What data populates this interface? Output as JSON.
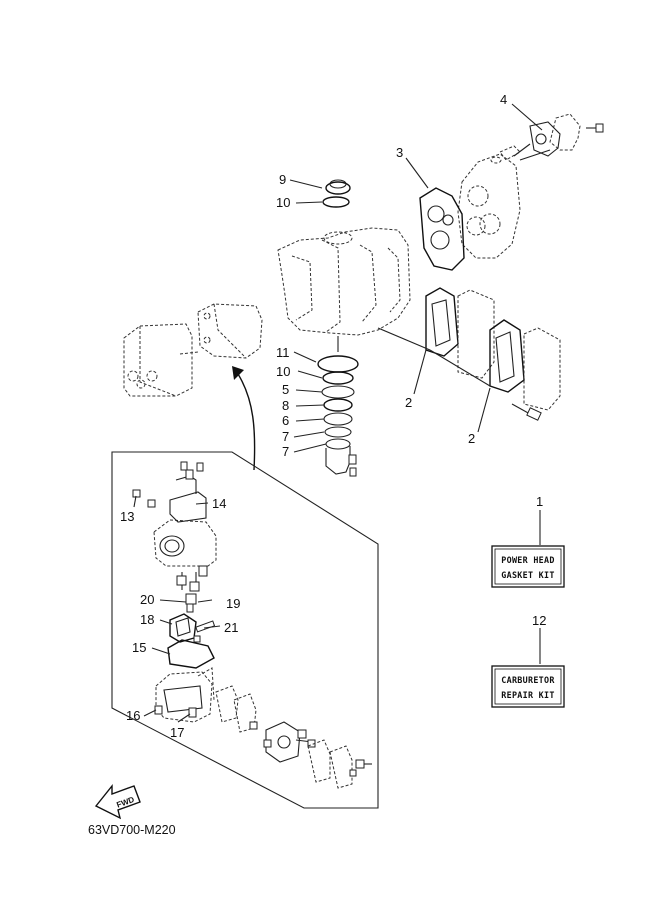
{
  "diagram_code": "63VD700-M220",
  "fwd_marker": "FWD",
  "kits": {
    "power_head": {
      "line1": "POWER HEAD",
      "line2": "GASKET KIT"
    },
    "carburetor": {
      "line1": "CARBURETOR",
      "line2": "REPAIR KIT"
    }
  },
  "callouts": {
    "c1": "1",
    "c2a": "2",
    "c2b": "2",
    "c3": "3",
    "c4": "4",
    "c5": "5",
    "c6": "6",
    "c7a": "7",
    "c7b": "7",
    "c8": "8",
    "c9": "9",
    "c10a": "10",
    "c10b": "10",
    "c11": "11",
    "c12": "12",
    "c13": "13",
    "c14": "14",
    "c15": "15",
    "c16": "16",
    "c17": "17",
    "c18": "18",
    "c19": "19",
    "c20": "20",
    "c21": "21"
  }
}
